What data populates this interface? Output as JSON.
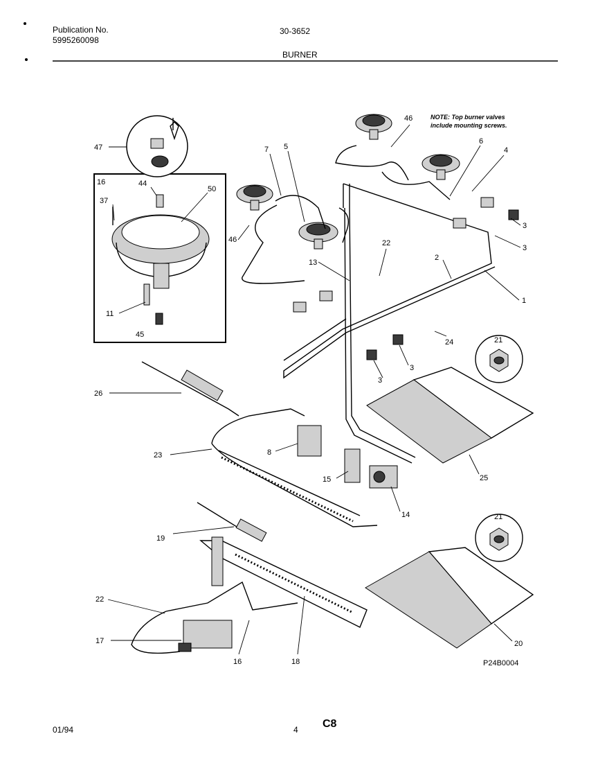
{
  "header": {
    "publication_label": "Publication No.",
    "publication_number": "5995260098",
    "model": "30-3652",
    "section_title": "BURNER"
  },
  "note": {
    "line1": "NOTE: Top burner valves",
    "line2": "include mounting screws."
  },
  "callouts": [
    "47",
    "16",
    "44",
    "50",
    "37",
    "46",
    "7",
    "5",
    "11",
    "45",
    "22",
    "13",
    "6",
    "4",
    "3",
    "3",
    "2",
    "1",
    "24",
    "3",
    "3",
    "21",
    "26",
    "23",
    "8",
    "15",
    "25",
    "14",
    "19",
    "21",
    "22",
    "17",
    "16",
    "18",
    "20",
    "46"
  ],
  "figure_code": "P24B0004",
  "footer": {
    "date": "01/94",
    "page": "4",
    "code": "C8"
  }
}
